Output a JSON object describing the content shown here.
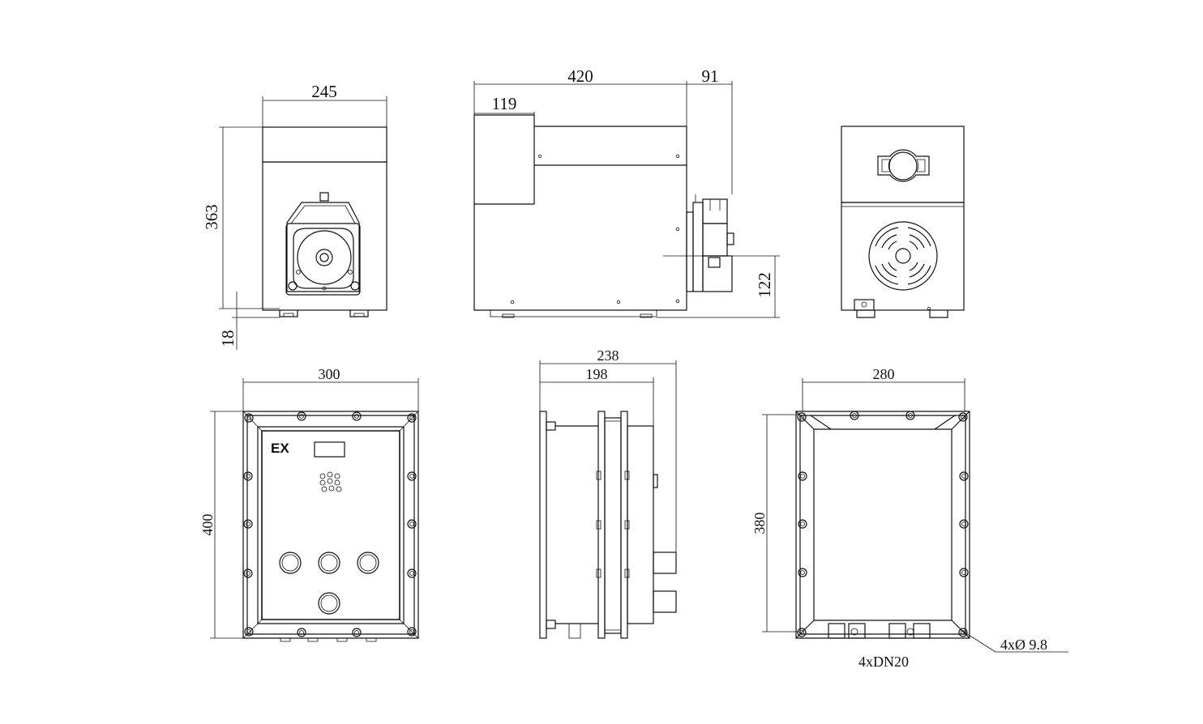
{
  "dimensions": {
    "front_width": "245",
    "front_height": "363",
    "foot_height": "18",
    "side_total": "420",
    "side_step": "119",
    "side_pump": "91",
    "side_pump_height": "122",
    "cabinet_width": "300",
    "cabinet_height": "400",
    "cabinet_depth_total": "238",
    "cabinet_depth_body": "198",
    "mount_width": "280",
    "mount_height": "380"
  },
  "labels": {
    "ex_mark": "EX",
    "mount_holes": "4xØ 9.8",
    "conduits": "4xDN20"
  }
}
